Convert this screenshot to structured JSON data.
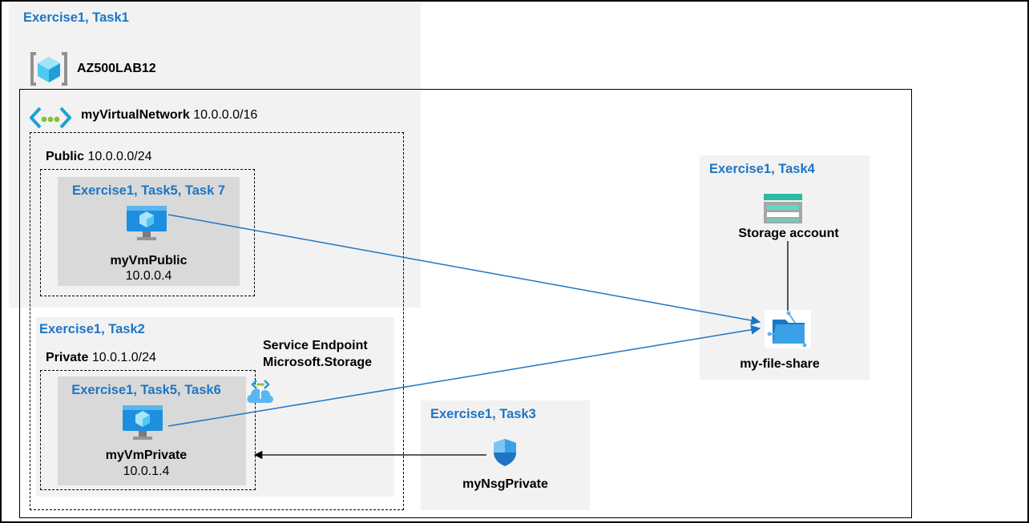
{
  "resource_group": {
    "task": "Exercise1, Task1",
    "name": "AZ500LAB12",
    "icon": "resource-group-icon"
  },
  "vnet": {
    "name": "myVirtualNetwork",
    "cidr": "10.0.0.0/16",
    "icon": "virtual-network-icon"
  },
  "public_subnet": {
    "name": "Public",
    "cidr": "10.0.0.0/24",
    "vm": {
      "task": "Exercise1, Task5, Task 7",
      "name": "myVmPublic",
      "ip": "10.0.0.4",
      "icon": "virtual-machine-icon"
    }
  },
  "private_subnet_group": {
    "task": "Exercise1, Task2",
    "subnet_name": "Private",
    "subnet_cidr": "10.0.1.0/24",
    "service_endpoint_line1": "Service Endpoint",
    "service_endpoint_line2": "Microsoft.Storage",
    "service_endpoint_icon": "service-endpoint-icon",
    "vm": {
      "task": "Exercise1, Task5, Task6",
      "name": "myVmPrivate",
      "ip": "10.0.1.4",
      "icon": "virtual-machine-icon"
    }
  },
  "storage": {
    "task": "Exercise1, Task4",
    "account_label": "Storage account",
    "account_icon": "storage-account-icon",
    "share_label": "my-file-share",
    "share_icon": "file-share-icon"
  },
  "nsg": {
    "task": "Exercise1, Task3",
    "name": "myNsgPrivate",
    "icon": "shield-icon"
  },
  "colors": {
    "task_text": "#1f75c4",
    "connector_blue": "#1f75c4",
    "connector_black": "#000000",
    "panel_light": "#f2f2f2",
    "panel_dark": "#d9d9d9"
  }
}
